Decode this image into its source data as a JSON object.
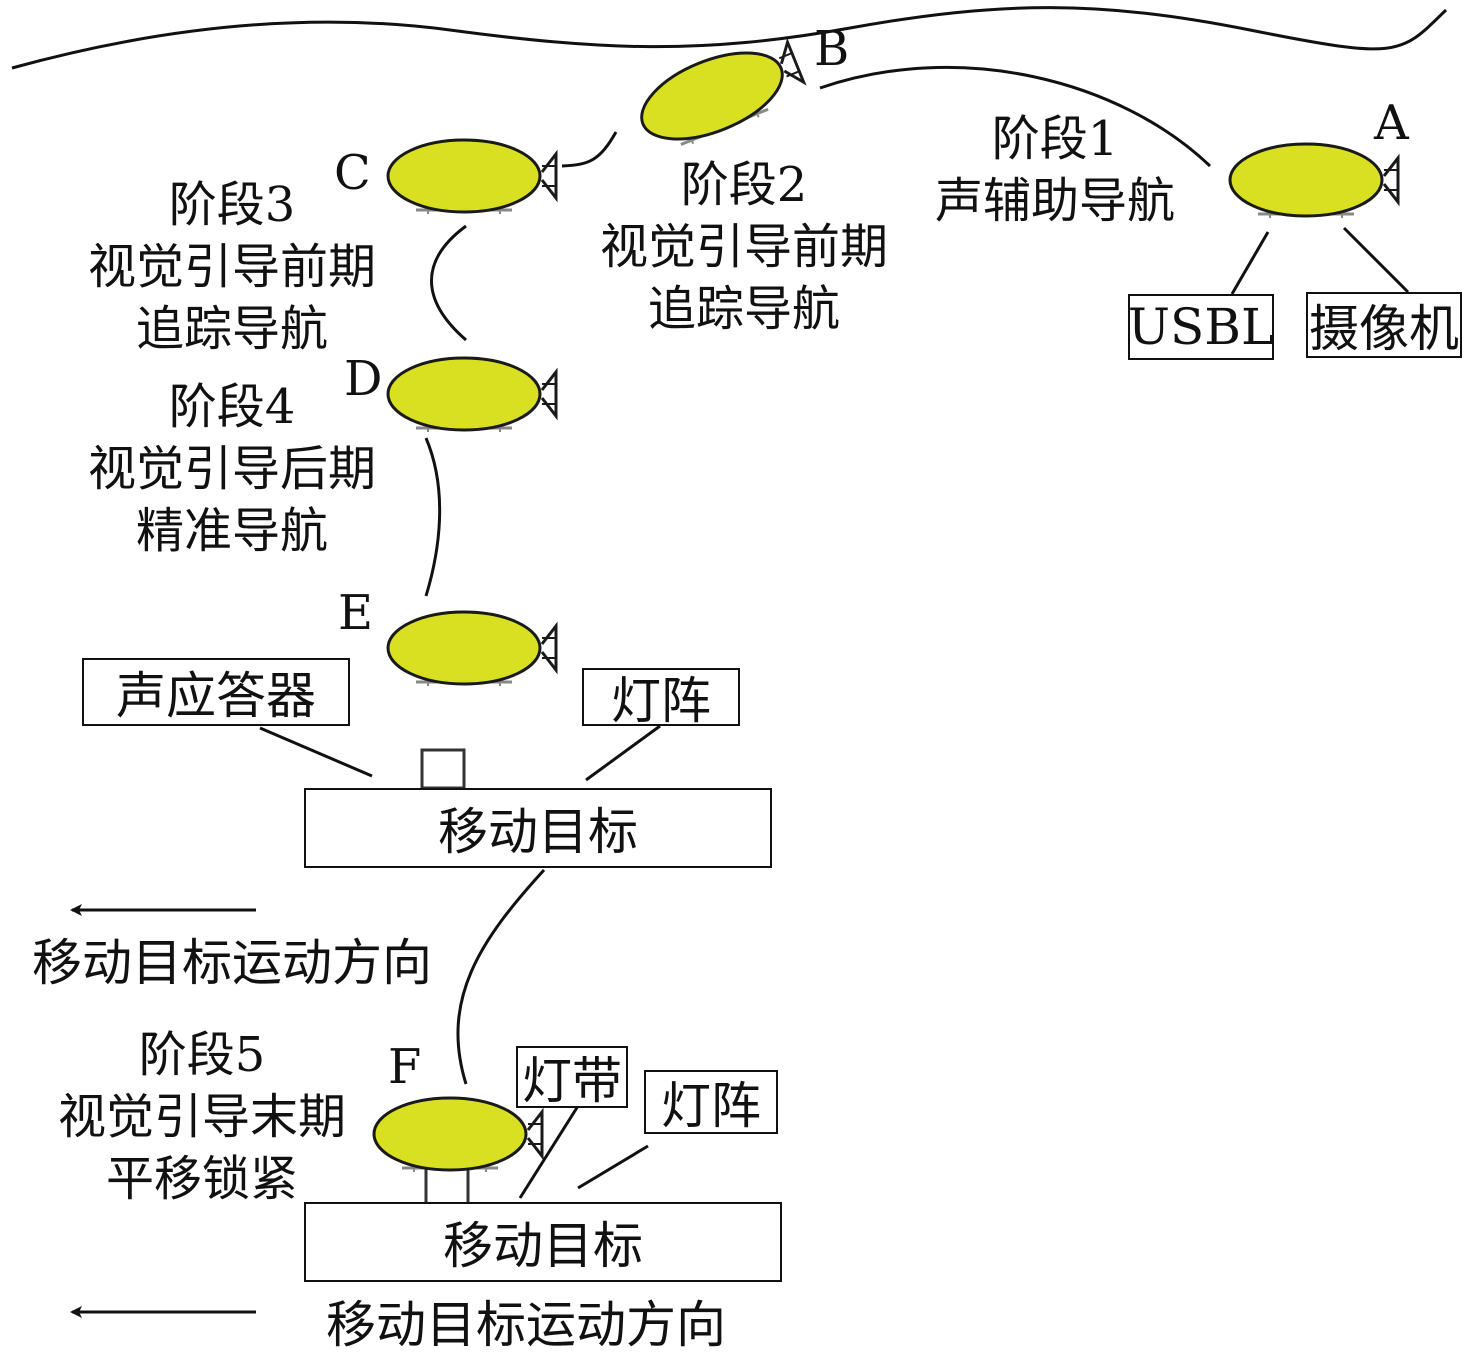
{
  "colors": {
    "vehicle_fill": "#d9e021",
    "vehicle_stroke": "#1a1a1a",
    "line": "#111111"
  },
  "points": {
    "a": "A",
    "b": "B",
    "c": "C",
    "d": "D",
    "e": "E",
    "f": "F"
  },
  "stages": {
    "s1": {
      "title": "阶段1",
      "line1": "声辅助导航"
    },
    "s2": {
      "title": "阶段2",
      "line1": "视觉引导前期",
      "line2": "追踪导航"
    },
    "s3": {
      "title": "阶段3",
      "line1": "视觉引导前期",
      "line2": "追踪导航"
    },
    "s4": {
      "title": "阶段4",
      "line1": "视觉引导后期",
      "line2": "精准导航"
    },
    "s5": {
      "title": "阶段5",
      "line1": "视觉引导末期",
      "line2": "平移锁紧"
    }
  },
  "sensors": {
    "usbl": "USBL",
    "camera": "摄像机"
  },
  "target_top": {
    "label": "移动目标",
    "transponder": "声应答器",
    "light_array": "灯阵"
  },
  "target_bottom": {
    "label": "移动目标",
    "light_strip": "灯带",
    "light_array": "灯阵"
  },
  "direction_label": "移动目标运动方向"
}
